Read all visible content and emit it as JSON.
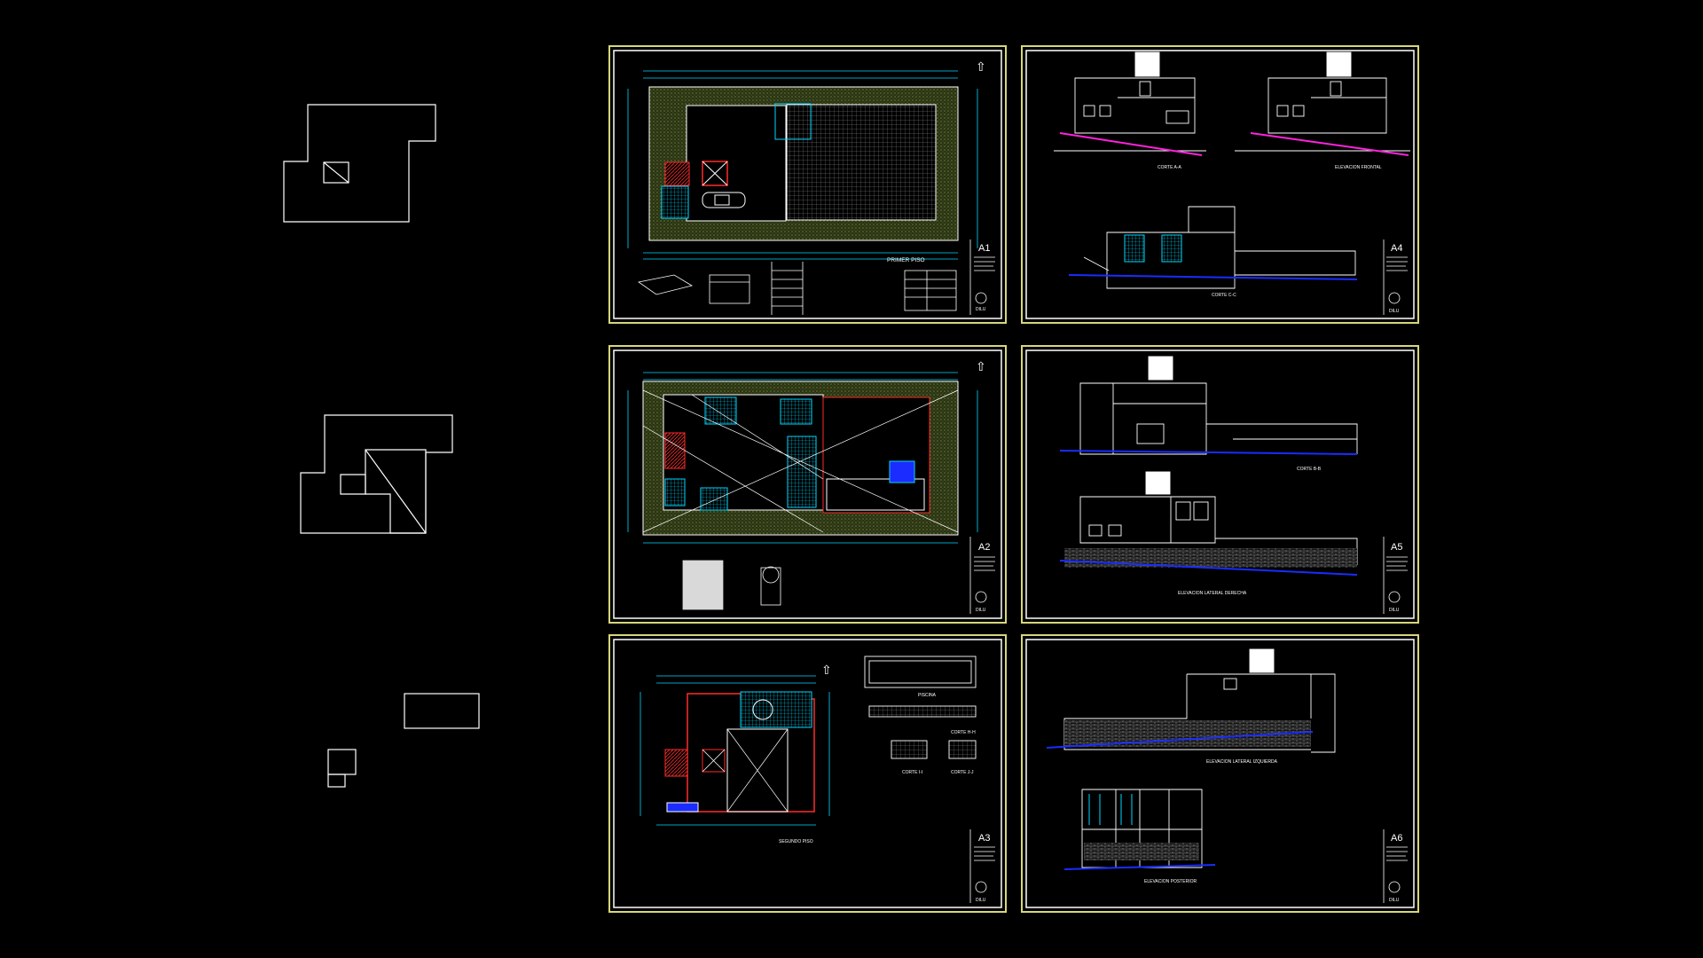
{
  "app": {
    "title": "CAD model space — house plans",
    "background": "#000000"
  },
  "colors": {
    "frame_outer": "#d7d77a",
    "frame_inner": "#ffffff",
    "line": "#ffffff",
    "cyan": "#00d8ff",
    "red": "#ff2a2a",
    "magenta": "#ff22dd",
    "blue": "#1a2cff",
    "hatch": "#3c4a1c",
    "grid": "#8f8f8f"
  },
  "sheets": [
    {
      "id": "A1",
      "number": "A1",
      "titles": [
        "PRIMER PISO"
      ],
      "logo": "DILU"
    },
    {
      "id": "A4",
      "number": "A4",
      "titles": [
        "CORTE A-A",
        "ELEVACION FRONTAL",
        "CORTE C-C"
      ],
      "logo": "DILU"
    },
    {
      "id": "A2",
      "number": "A2",
      "titles": [],
      "logo": "DILU"
    },
    {
      "id": "A5",
      "number": "A5",
      "titles": [
        "CORTE B-B",
        "ELEVACION LATERAL DERECHA"
      ],
      "logo": "DILU"
    },
    {
      "id": "A3",
      "number": "A3",
      "titles": [
        "SEGUNDO PISO",
        "PISCINA",
        "CORTE H-H",
        "CORTE I-I",
        "CORTE J-J"
      ],
      "logo": "DILU"
    },
    {
      "id": "A6",
      "number": "A6",
      "titles": [
        "ELEVACION LATERAL IZQUIERDA",
        "ELEVACION POSTERIOR"
      ],
      "logo": "DILU"
    }
  ],
  "outlines": [
    {
      "name": "roof-outline-1"
    },
    {
      "name": "roof-outline-2"
    },
    {
      "name": "roof-outline-3"
    }
  ]
}
